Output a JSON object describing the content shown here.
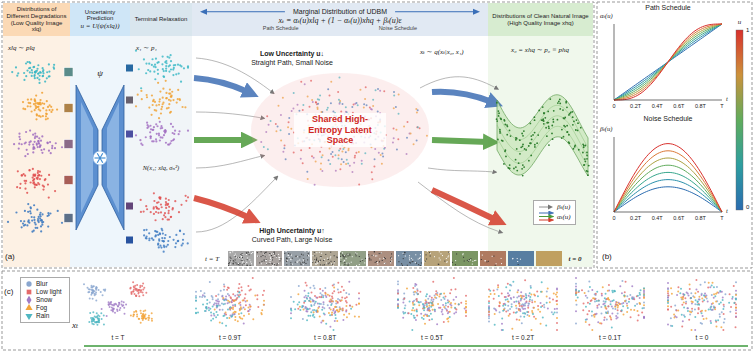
{
  "diagram": {
    "nodes": [
      {
        "text": [
          "Distributions of Different Degradations (Low Quality Image xlq)"
        ]
      },
      {
        "text": [
          "Uncertainty Prediction",
          "u = U(ψ(xlq))"
        ]
      },
      {
        "text": [
          "Terminal Relaxation"
        ]
      },
      {
        "text": [
          "Marginal Distribution of UDBM",
          "xₜ = αₜ(u)xlq + (1 − αₜ(u))xhq + βₜ(u)ε",
          "Path Schedule",
          "Noise Schedule"
        ]
      },
      {
        "text": [
          "Distributions of Clean Natural Image (High Quality Image xhq)"
        ]
      },
      {
        "text": [
          "Shared High-Entropy Latent Space"
        ]
      }
    ],
    "labels": [
      "xlq ∼ plq",
      "x₁ ∼ p₁",
      "N(x₁; xlq, σₙ²)",
      "ψ",
      "xₜ ∼ q(xₜ|x₀, x₁)",
      "Low Uncertainty u↓",
      "Straight Path, Small Noise",
      "High Uncertainty u↑",
      "Curved Path, Large Noise",
      "x₀ = xhq ∼ p₀ ≡ phq",
      "t = T",
      "t = 0",
      "(a)",
      "Path Schedule",
      "αₜ(u)",
      "0",
      "0.2T",
      "0.4T",
      "0.6T",
      "0.8T",
      "T",
      "t",
      "Noise Schedule",
      "βₜ(u)",
      "0",
      "0.2T",
      "0.4T",
      "0.6T",
      "0.8T",
      "T",
      "t",
      "u",
      "1",
      "0",
      "(b)",
      "xₜ",
      "t = T",
      "t = 0.9T",
      "t = 0.8T",
      "t = 0.5T",
      "t = 0.2T",
      "t = 0.1T",
      "t = 0",
      "(c)"
    ],
    "legend": [
      {
        "text": "βₜ(u)"
      },
      {
        "text": "αₜ(u)"
      },
      {
        "text": "Blur",
        "color": "#8aa6cf"
      },
      {
        "text": "Low light",
        "color": "#e46a6a"
      },
      {
        "text": "Snow",
        "color": "#a07cc5"
      },
      {
        "text": "Fog",
        "color": "#f2a43a"
      },
      {
        "text": "Rain",
        "color": "#4fb7c2"
      }
    ]
  }
}
